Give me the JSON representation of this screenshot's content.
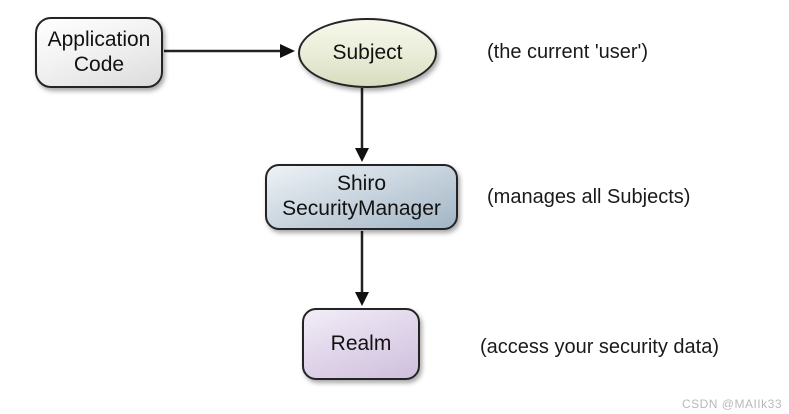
{
  "diagram": {
    "nodes": {
      "application_code": {
        "label": "Application\nCode",
        "shape": "rounded-rect",
        "fill": "#ececec",
        "border_color": "#242424"
      },
      "subject": {
        "label": "Subject",
        "shape": "ellipse",
        "fill": "#e9ecd6",
        "border_color": "#242424",
        "annotation": "(the current 'user')"
      },
      "security_manager": {
        "label": "Shiro\nSecurityManager",
        "shape": "rounded-rect",
        "fill": "#bfcedb",
        "border_color": "#242424",
        "annotation": "(manages all Subjects)"
      },
      "realm": {
        "label": "Realm",
        "shape": "rounded-rect",
        "fill": "#dcd0e6",
        "border_color": "#242424",
        "annotation": "(access your security data)"
      }
    },
    "edges": [
      {
        "from": "application_code",
        "to": "subject",
        "direction": "right"
      },
      {
        "from": "subject",
        "to": "security_manager",
        "direction": "down"
      },
      {
        "from": "security_manager",
        "to": "realm",
        "direction": "down"
      }
    ],
    "arrow_color": "#222222"
  },
  "watermark": {
    "text": "CSDN @MAIIk33"
  }
}
